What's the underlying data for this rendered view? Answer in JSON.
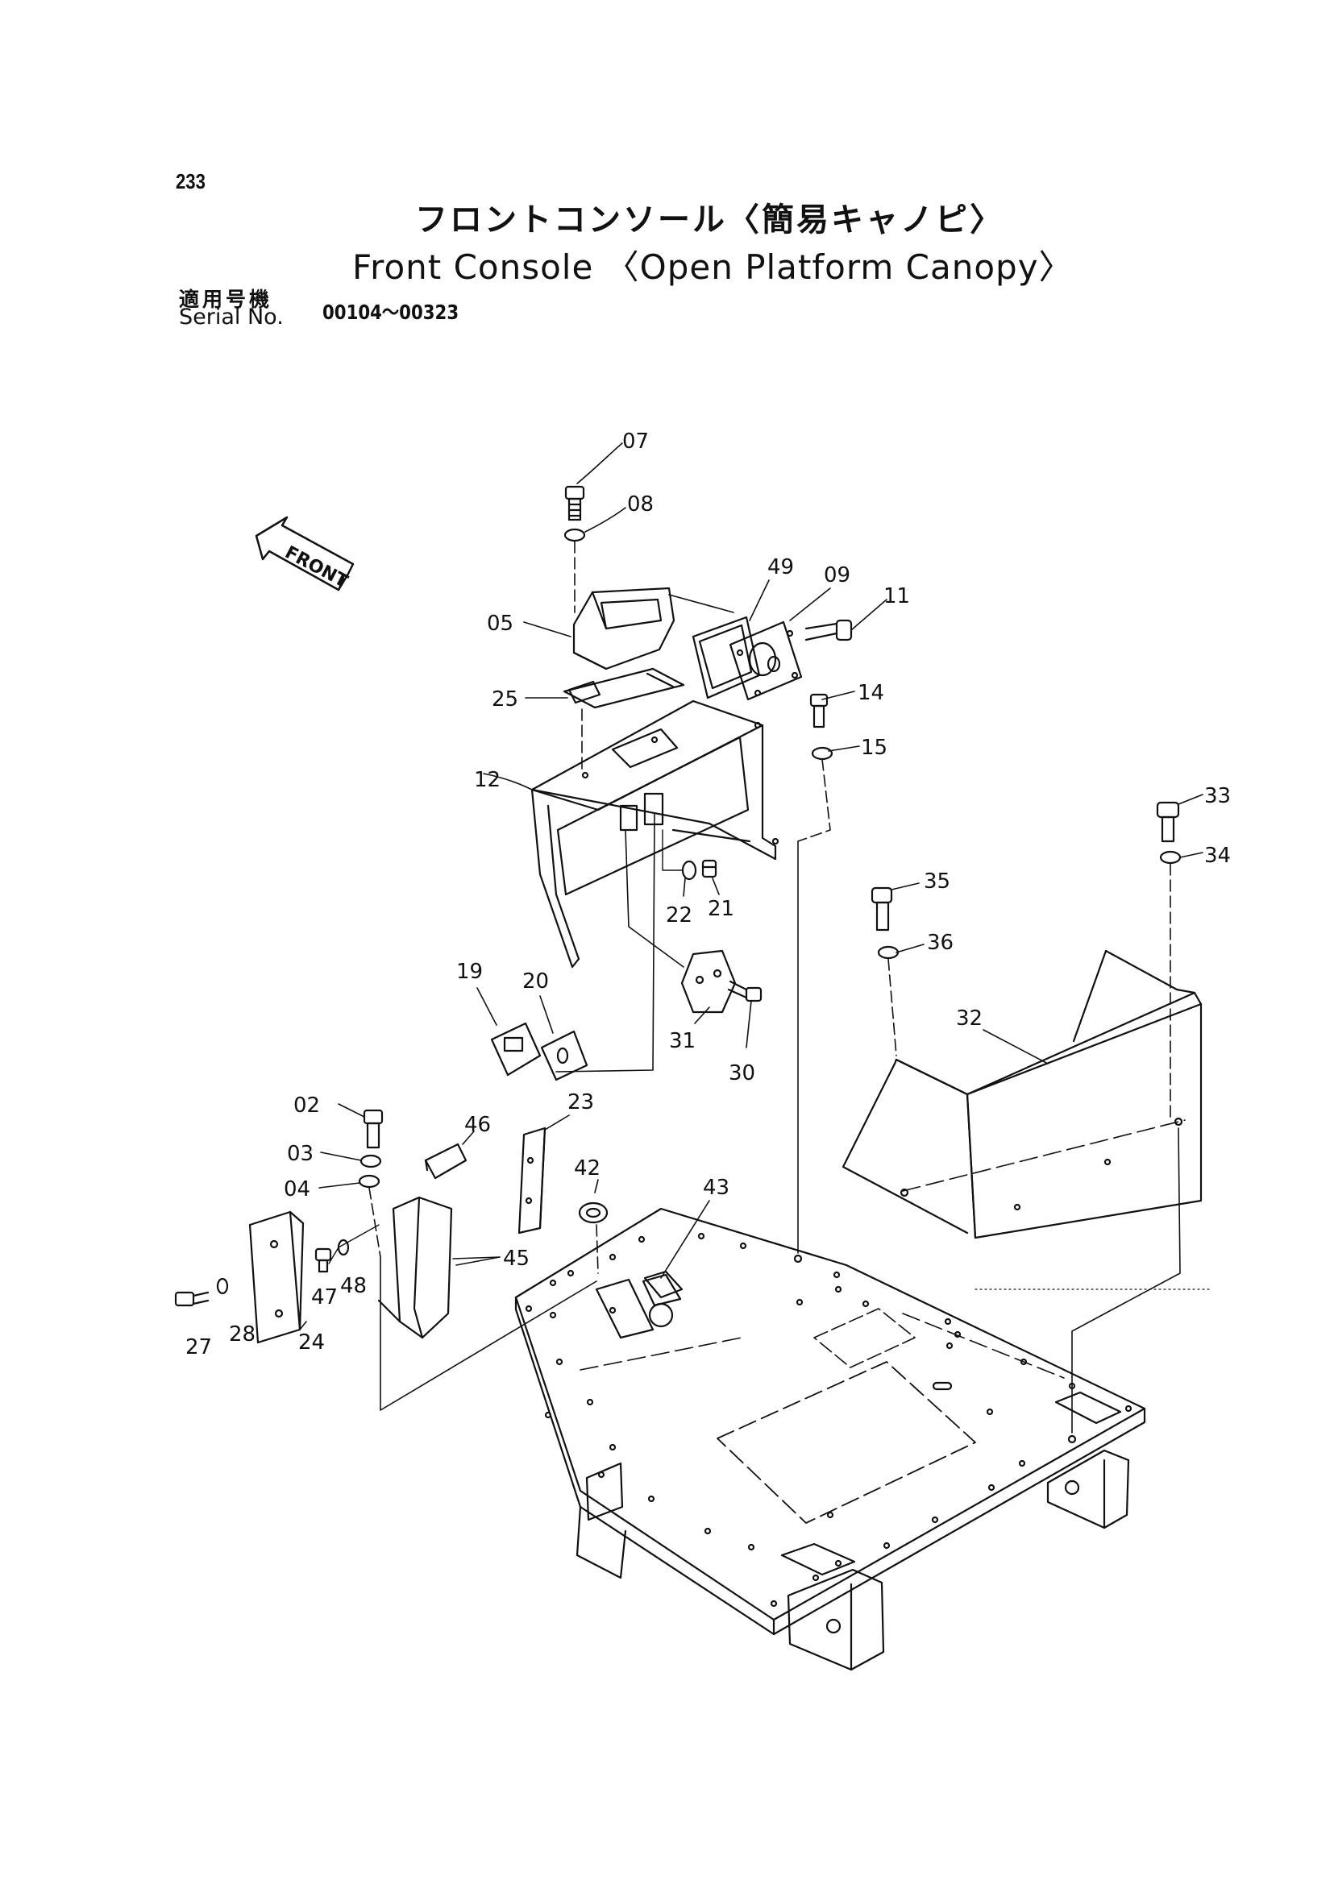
{
  "header": {
    "page_number": "233",
    "title_jp": "フロントコンソール〈簡易キャノピ〉",
    "title_en": "Front Console 〈Open Platform Canopy〉",
    "serial_label_jp": "適用号機",
    "serial_label_en": "Serial No.",
    "serial_range": "00104～00323"
  },
  "direction_arrow": {
    "label": "FRONT"
  },
  "callouts": {
    "c02": "02",
    "c03": "03",
    "c04": "04",
    "c05": "05",
    "c07": "07",
    "c08": "08",
    "c09": "09",
    "c11": "11",
    "c12": "12",
    "c14": "14",
    "c15": "15",
    "c19": "19",
    "c20": "20",
    "c21": "21",
    "c22": "22",
    "c23": "23",
    "c24": "24",
    "c25": "25",
    "c27": "27",
    "c28": "28",
    "c30": "30",
    "c31": "31",
    "c32": "32",
    "c33": "33",
    "c34": "34",
    "c35": "35",
    "c36": "36",
    "c42": "42",
    "c43": "43",
    "c45": "45",
    "c46": "46",
    "c47": "47",
    "c48": "48",
    "c49": "49"
  },
  "colors": {
    "ink": "#111111",
    "paper": "#ffffff"
  }
}
